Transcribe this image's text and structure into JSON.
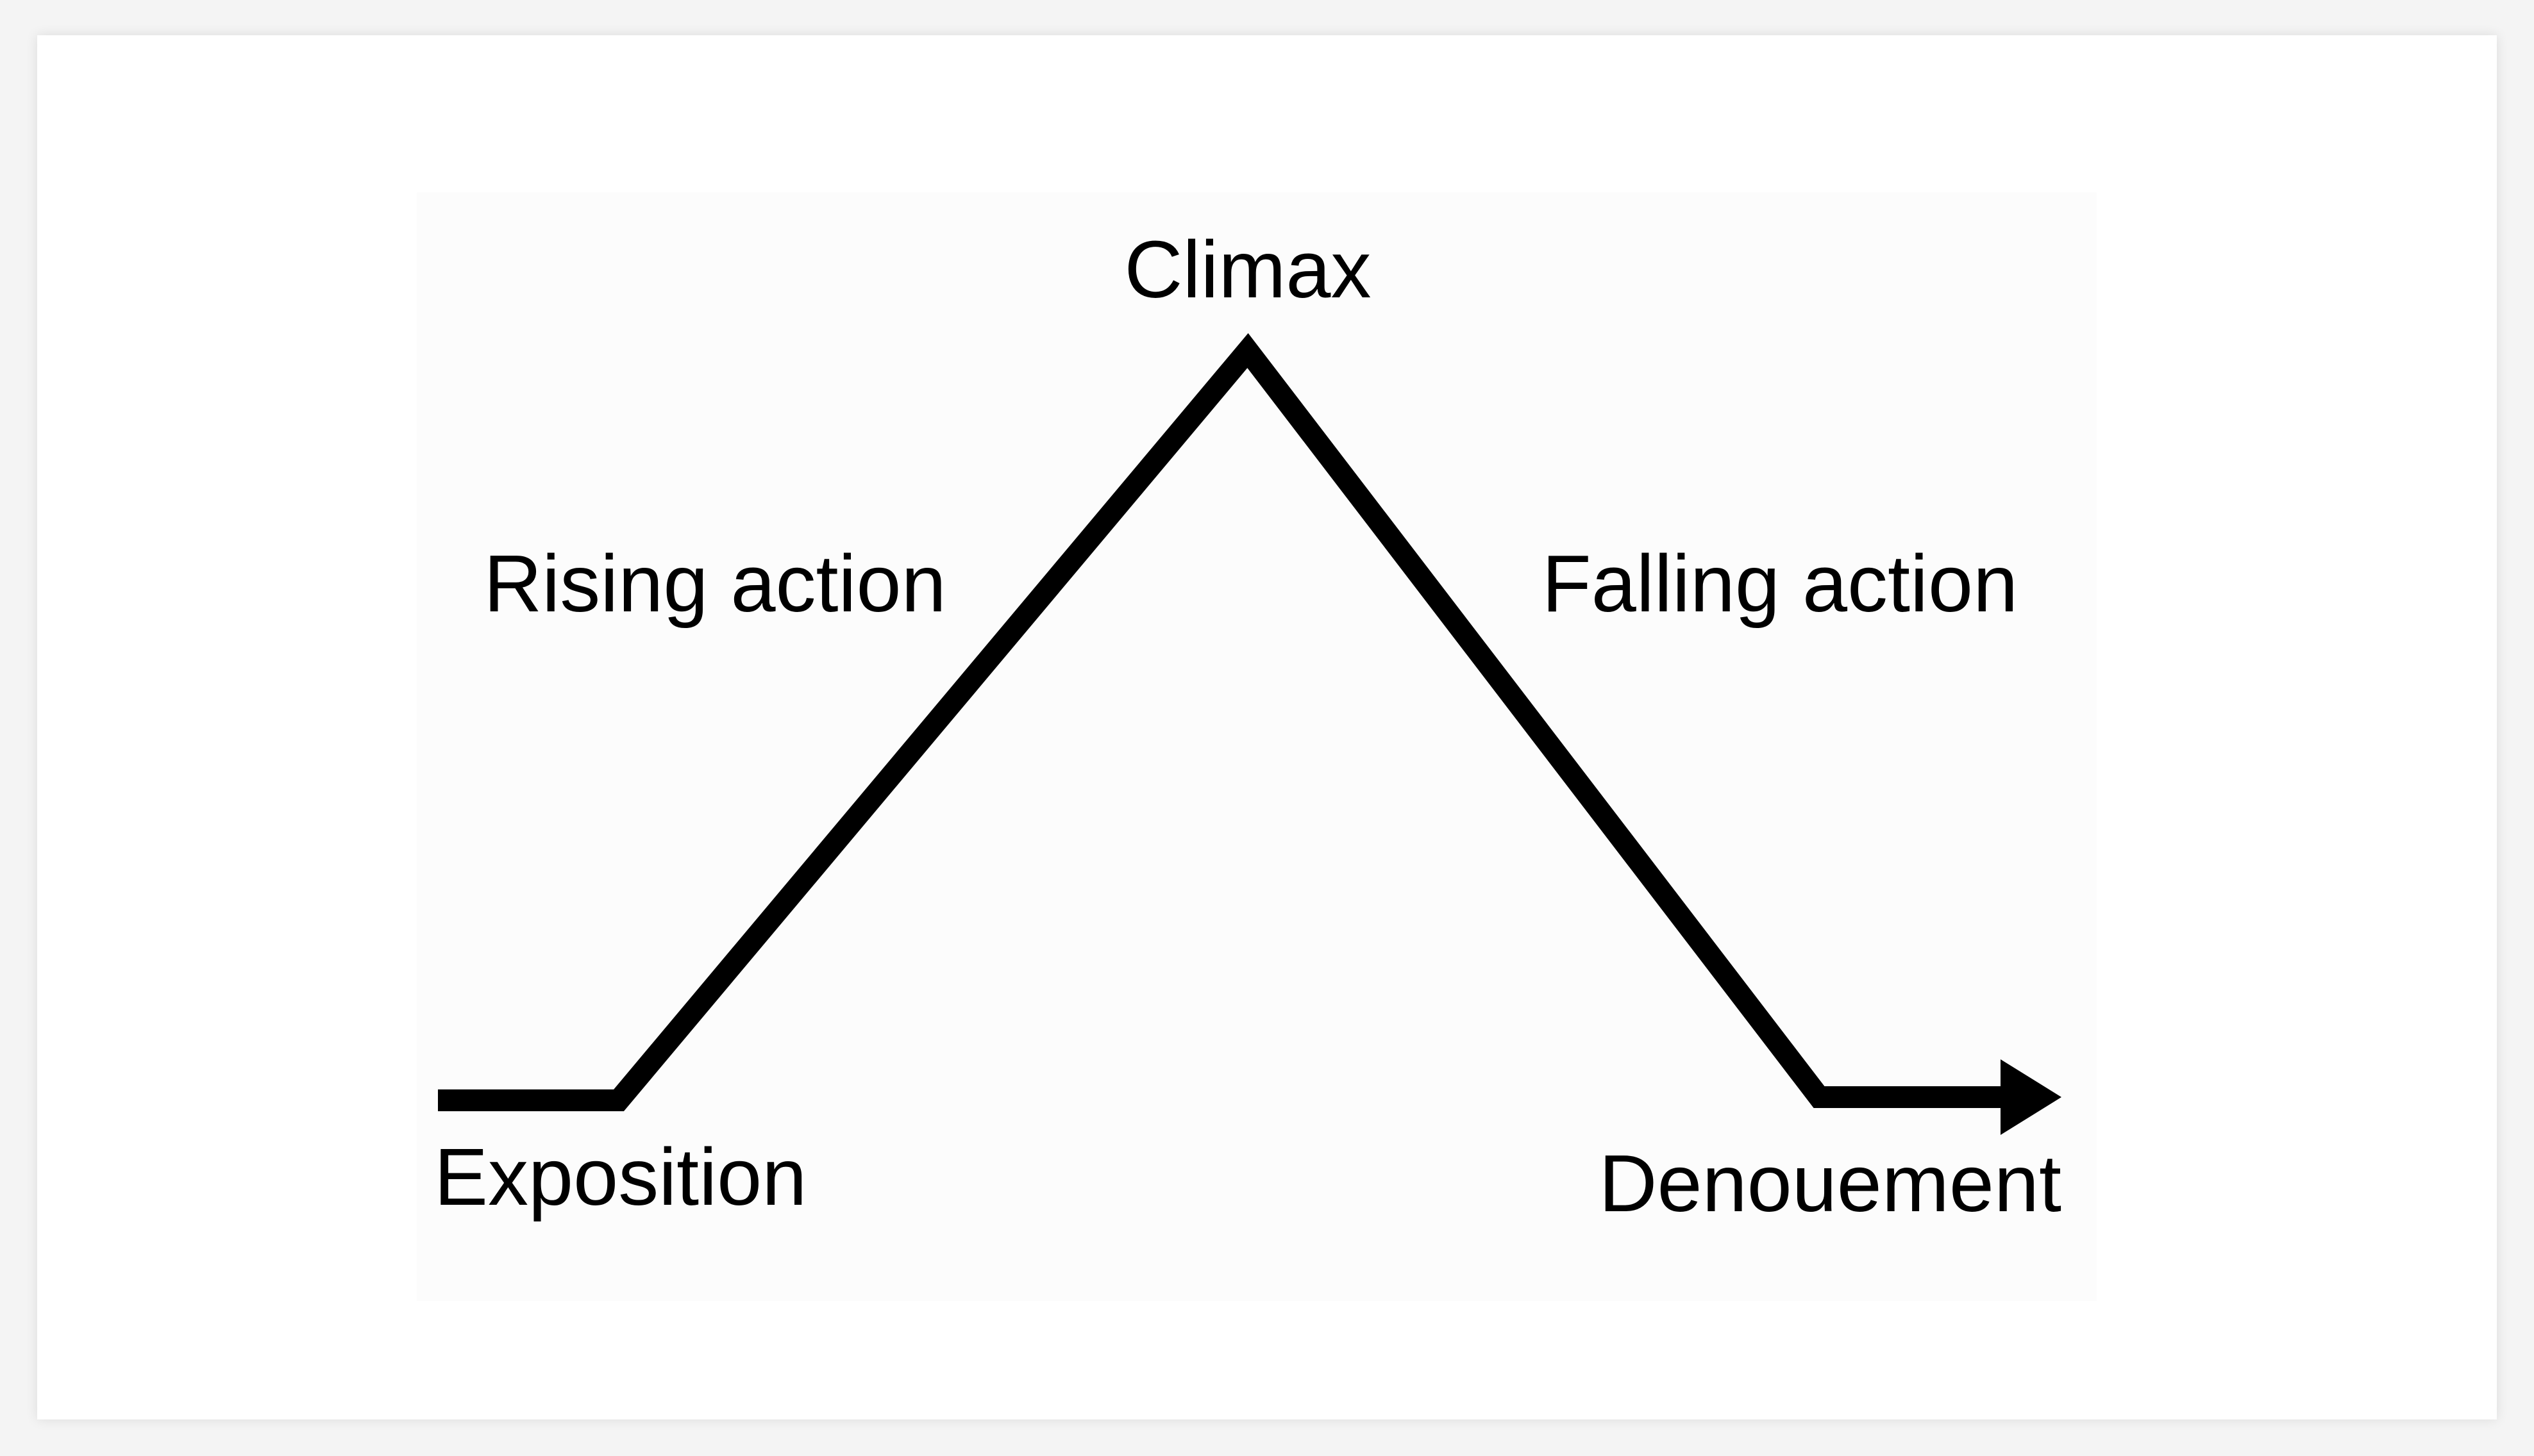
{
  "diagram": {
    "labels": {
      "climax": "Climax",
      "rising_action": "Rising action",
      "falling_action": "Falling action",
      "exposition": "Exposition",
      "denouement": "Denouement"
    },
    "colors": {
      "line": "#000000",
      "text": "#000000",
      "background": "#ffffff"
    }
  }
}
